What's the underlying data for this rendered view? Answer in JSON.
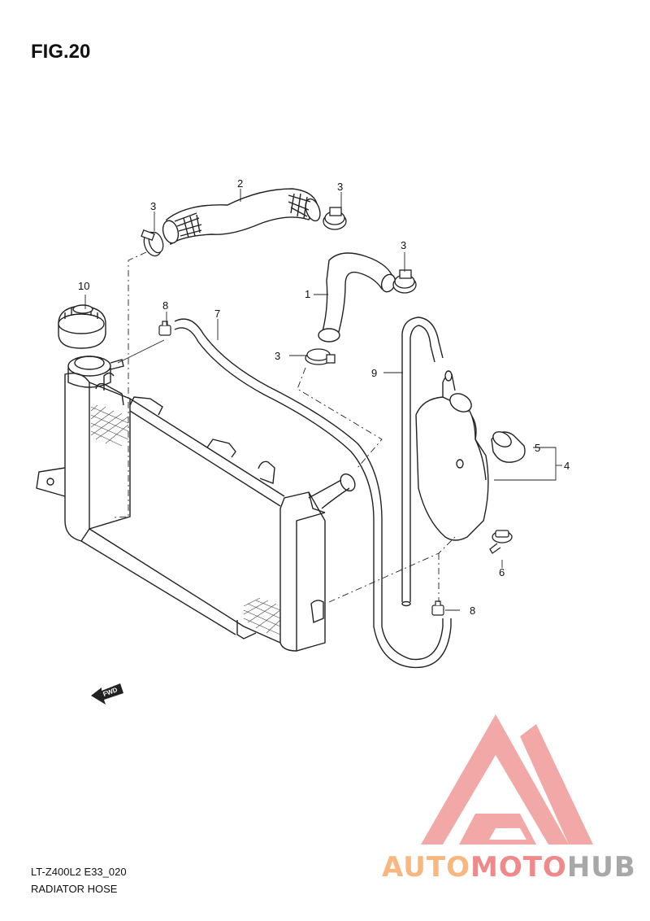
{
  "figure": {
    "title": "FIG.20",
    "model_code": "LT-Z400L2 E33_020",
    "section_name": "RADIATOR HOSE"
  },
  "callouts": [
    {
      "id": "c1",
      "label": "1"
    },
    {
      "id": "c2",
      "label": "2"
    },
    {
      "id": "c3a",
      "label": "3"
    },
    {
      "id": "c3b",
      "label": "3"
    },
    {
      "id": "c3c",
      "label": "3"
    },
    {
      "id": "c3d",
      "label": "3"
    },
    {
      "id": "c4",
      "label": "4"
    },
    {
      "id": "c5",
      "label": "5"
    },
    {
      "id": "c6",
      "label": "6"
    },
    {
      "id": "c7",
      "label": "7"
    },
    {
      "id": "c8a",
      "label": "8"
    },
    {
      "id": "c8b",
      "label": "8"
    },
    {
      "id": "c9",
      "label": "9"
    },
    {
      "id": "c10",
      "label": "10"
    }
  ],
  "fwd_label": "FWD",
  "watermark": {
    "part1": "AUTO",
    "part2": "MOTO",
    "part3": "HUB",
    "colors": {
      "orange": "#f7b77f",
      "red": "#f08a8a",
      "gray": "#a8a8a8"
    }
  }
}
